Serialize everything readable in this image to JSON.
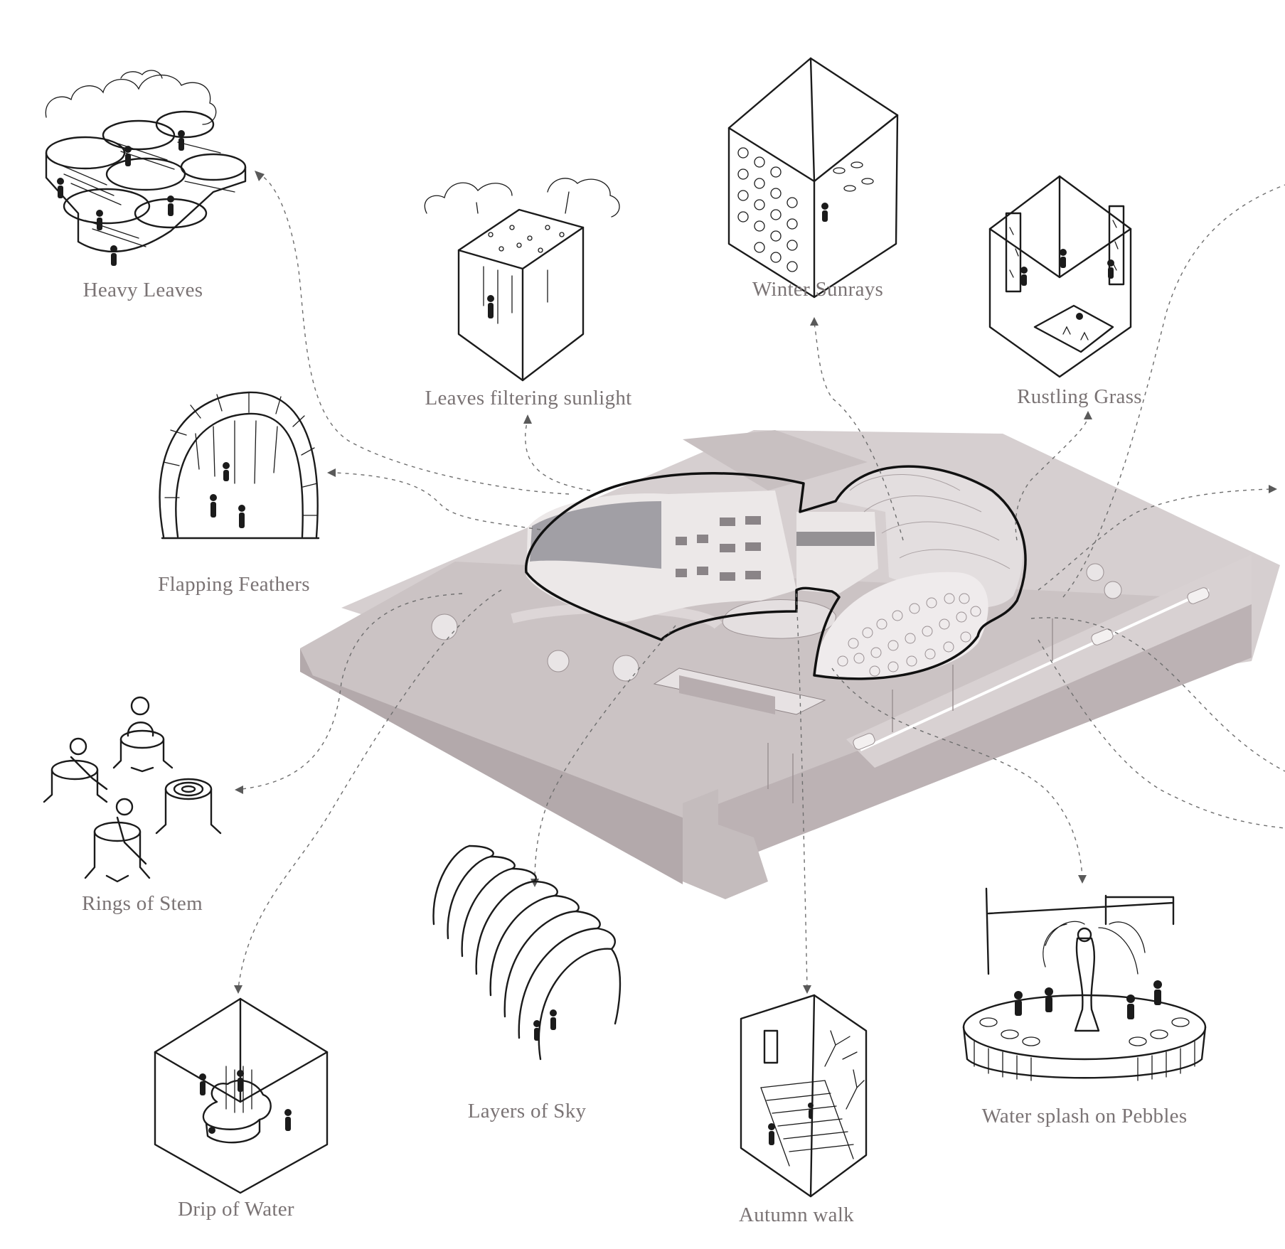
{
  "labels": {
    "heavy_leaves": "Heavy Leaves",
    "leaves_filtering": "Leaves filtering sunlight",
    "winter_sunrays": "Winter Sunrays",
    "rustling_grass": "Rustling Grass",
    "flapping_feathers": "Flapping Feathers",
    "rings_of_stem": "Rings of Stem",
    "layers_of_sky": "Layers of Sky",
    "autumn_walk": "Autumn walk",
    "water_splash": "Water splash on Pebbles",
    "drip_of_water": "Drip of Water"
  },
  "colors": {
    "label_text": "#7a7374",
    "site_model": "#cbc3c4",
    "site_model_dark": "#a99fa1",
    "ink": "#1b1b1b",
    "connector": "#6e6e6e"
  }
}
